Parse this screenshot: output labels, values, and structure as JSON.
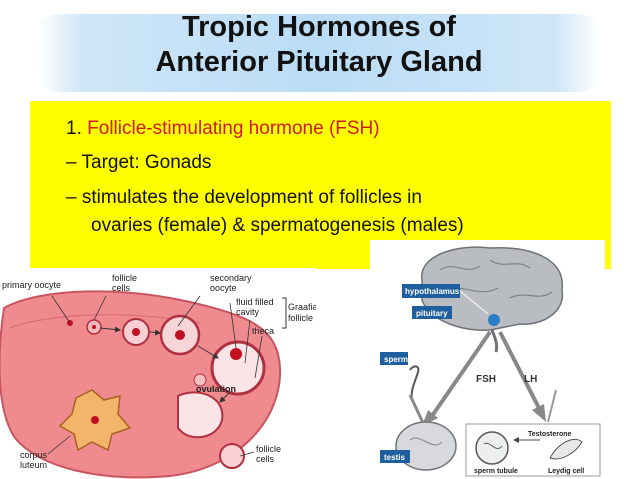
{
  "slide": {
    "title_line1": "Tropic Hormones of",
    "title_line2": "Anterior Pituitary Gland",
    "item_number": "1.",
    "item_title": "Follicle-stimulating hormone (FSH)",
    "bullets": [
      {
        "dash": "–",
        "text": "Target: Gonads"
      },
      {
        "dash": "–",
        "text": "stimulates the development of follicles in"
      },
      {
        "dash": "",
        "text": "ovaries (female) & spermatogenesis (males)"
      }
    ],
    "colors": {
      "highlight": "#ffff00",
      "title_band": "#b9dcf6",
      "accent_red": "#d0191e"
    }
  },
  "ovary_figure": {
    "labels": {
      "primary_oocyte": "primary oocyte",
      "follicle_cells_1": "follicle",
      "follicle_cells_2": "cells",
      "secondary_oocyte_1": "secondary",
      "secondary_oocyte_2": "oocyte",
      "fluid_1": "fluid filled",
      "fluid_2": "cavity",
      "theca": "theca",
      "graafian_1": "Graafian",
      "graafian_2": "follicle",
      "ovulation": "ovulation",
      "corpus_1": "corpus",
      "corpus_2": "luteum",
      "follicle_bottom_1": "follicle",
      "follicle_bottom_2": "cells"
    }
  },
  "brain_figure": {
    "labels": {
      "hypothalamus": "hypothalamus",
      "pituitary": "pituitary",
      "sperm": "sperm",
      "fsh": "FSH",
      "lh": "LH",
      "testis": "testis",
      "testosterone": "Testosterone",
      "sperm_tubule": "sperm tubule",
      "leydig": "Leydig cell"
    }
  }
}
